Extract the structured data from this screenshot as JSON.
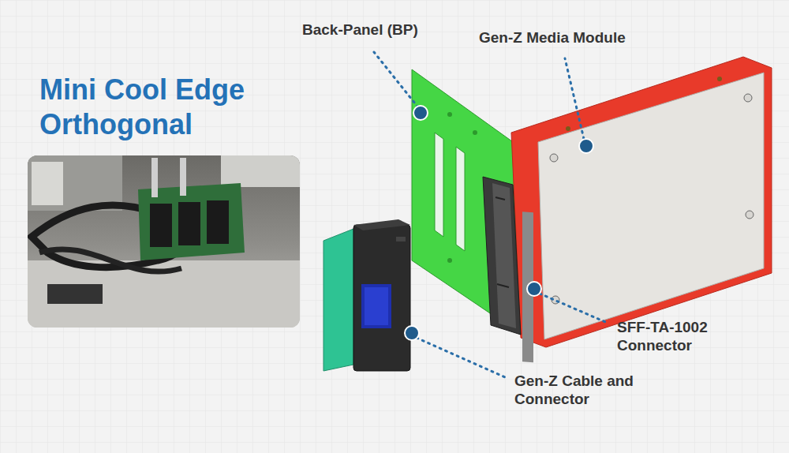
{
  "diagram": {
    "title": "Mini Cool Edge Orthogonal",
    "labels": [
      "Back-Panel (BP)",
      "Gen-Z Media Module",
      "SFF-TA-1002 Connector",
      "Gen-Z Cable and Connector"
    ]
  }
}
